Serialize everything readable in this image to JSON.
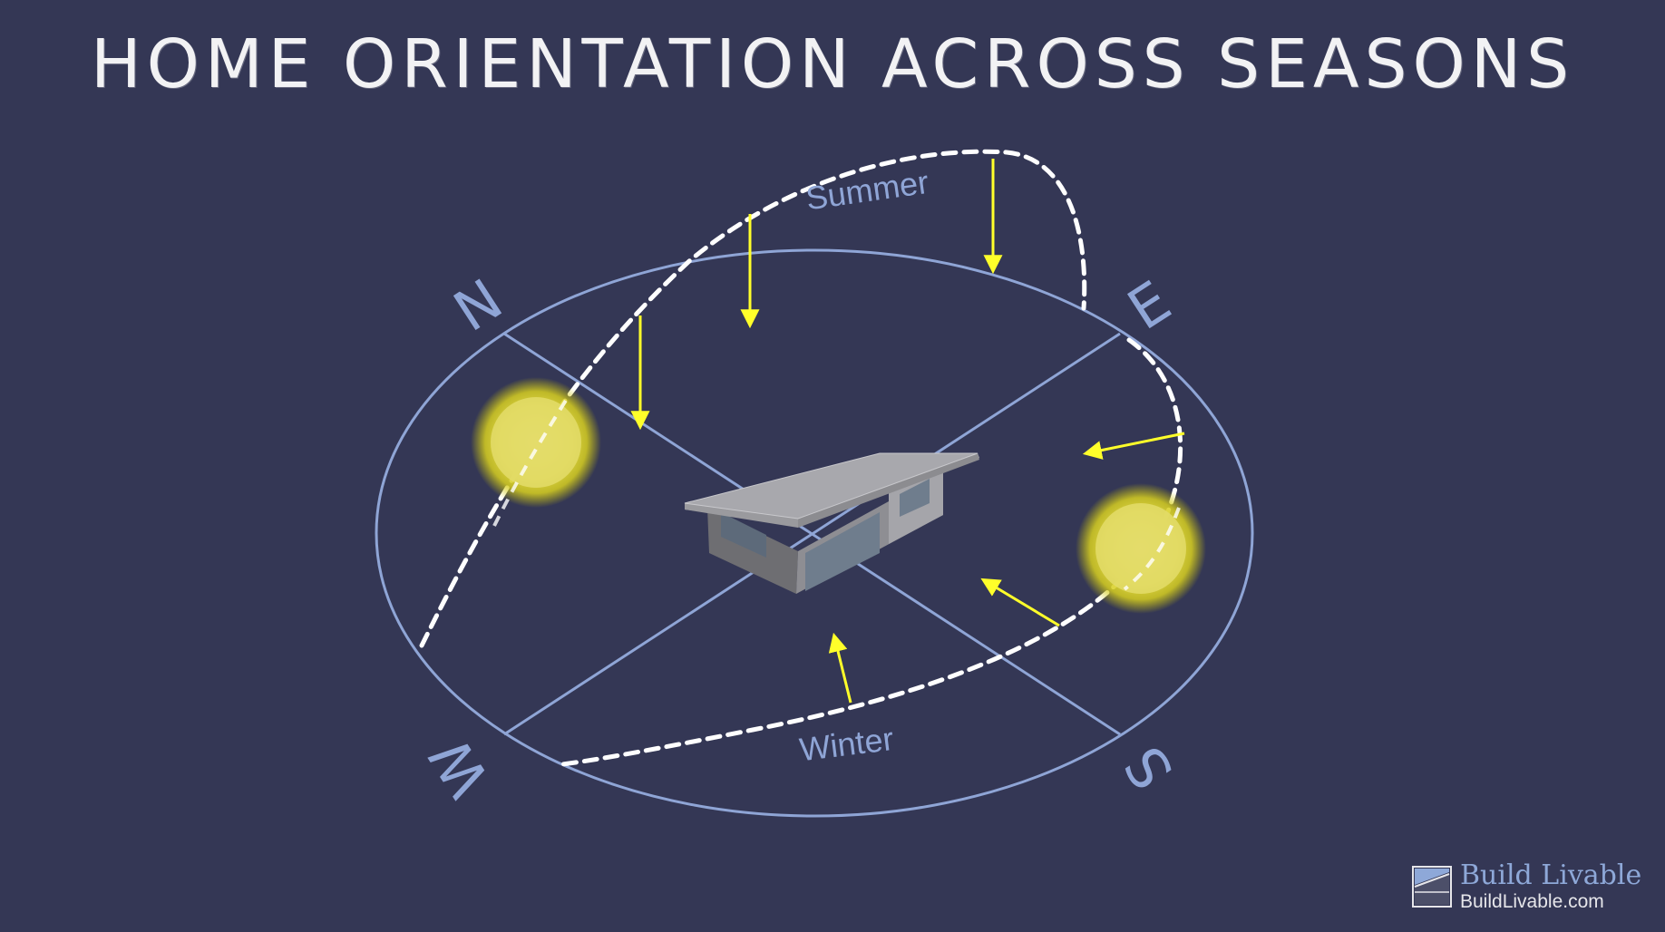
{
  "title": "HOME ORIENTATION ACROSS SEASONS",
  "compass": {
    "north": "N",
    "east": "E",
    "south": "S",
    "west": "W"
  },
  "paths": {
    "summer": "Summer",
    "winter": "Winter"
  },
  "brand": {
    "name": "Build Livable",
    "url": "BuildLivable.com"
  },
  "colors": {
    "background": "#343755",
    "ring": "#8fa5d6",
    "path": "#ffffff",
    "ray": "#ffff2a",
    "sun": "#e6dd48",
    "house": "#9a9a9e"
  },
  "icons": {
    "house": "house-icon",
    "sun": "sun-icon",
    "logo": "build-livable-logo-icon"
  }
}
